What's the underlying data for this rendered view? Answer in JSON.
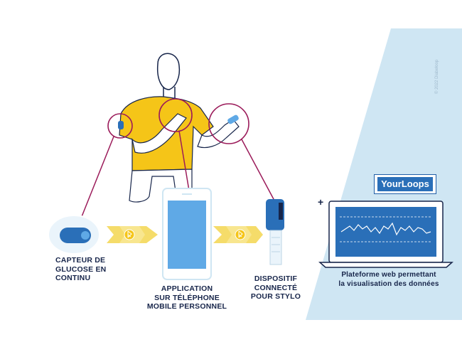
{
  "labels": {
    "sensor": [
      "CAPTEUR DE",
      "GLUCOSE EN",
      "CONTINU"
    ],
    "app": [
      "APPLICATION",
      "SUR TÉLÉPHONE",
      "MOBILE PERSONNEL"
    ],
    "pen": [
      "DISPOSITIF",
      "CONNECTÉ",
      "POUR STYLO"
    ],
    "web": [
      "Plateforme web permettant",
      "la visualisation des données"
    ]
  },
  "brand": "YourLoops",
  "plus": "+",
  "copyright": "© 2022 Diabeloop",
  "colors": {
    "shirt": "#f5c518",
    "accent_line": "#9b1b5a",
    "device_blue": "#2a6fb8",
    "phone_screen": "#5fa9e6",
    "light_blue_bg": "#cfe6f3",
    "dark_text": "#17254a",
    "bluetooth_band": "#f5dc6a"
  },
  "icons": [
    "bluetooth-icon",
    "bluetooth-icon",
    "bluetooth-icon",
    "bluetooth-icon"
  ]
}
